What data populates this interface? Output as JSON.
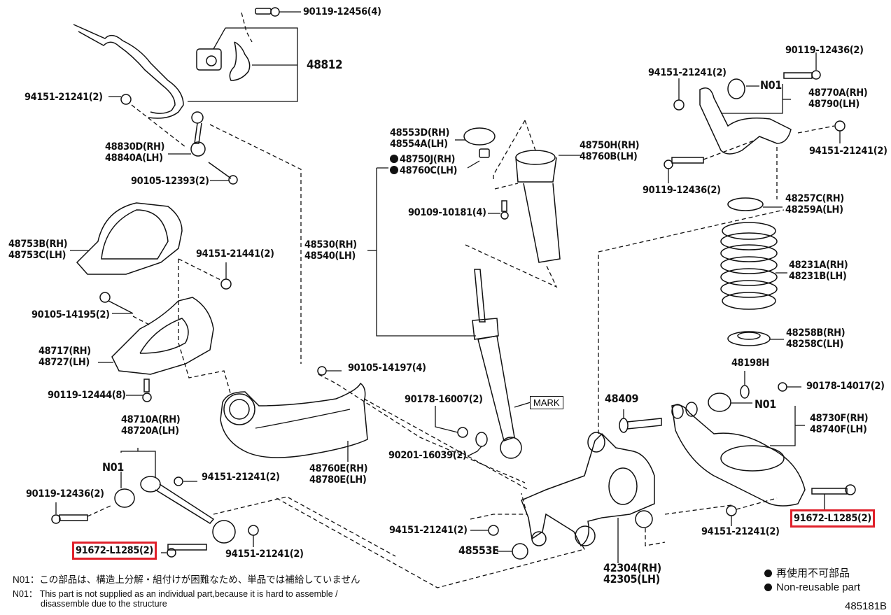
{
  "diagram": {
    "title": "Rear suspension parts diagram",
    "figure_code": "485181B",
    "highlight_color": "#e0202a",
    "labels": {
      "bolt_90119_12456": [
        "90119-12456(4)"
      ],
      "bushing_48812": [
        "48812"
      ],
      "nut_stab_left": [
        "94151-21241(2)"
      ],
      "stab_link": [
        "48830D(RH)",
        "48840A(LH)"
      ],
      "bolt_90105_12393": [
        "90105-12393(2)"
      ],
      "cap_48553": [
        "48553D(RH)",
        "48554A(LH)"
      ],
      "nut_48750": [
        "48750J(RH)",
        "48760C(LH)"
      ],
      "bolt_90109_10181": [
        "90109-10181(4)"
      ],
      "support_48750": [
        "48750H(RH)",
        "48760B(LH)"
      ],
      "bolt_90119_12436_top": [
        "90119-12436(2)"
      ],
      "nut_upper_left": [
        "94151-21241(2)"
      ],
      "upper_arm": [
        "48770A(RH)",
        "48790(LH)"
      ],
      "n01_upper": [
        "N01"
      ],
      "nut_upper_right": [
        "94151-21241(2)"
      ],
      "bolt_90119_12436_mid": [
        "90119-12436(2)"
      ],
      "insulator_upper": [
        "48257C(RH)",
        "48259A(LH)"
      ],
      "cover_48753": [
        "48753B(RH)",
        "48753C(LH)"
      ],
      "nut_94151_21441": [
        "94151-21441(2)"
      ],
      "absorber": [
        "48530(RH)",
        "48540(LH)"
      ],
      "bolt_90105_14195": [
        "90105-14195(2)"
      ],
      "bracket_48717": [
        "48717(RH)",
        "48727(LH)"
      ],
      "bolt_90119_12444": [
        "90119-12444(8)"
      ],
      "bolt_90105_14197": [
        "90105-14197(4)"
      ],
      "spring": [
        "48231A(RH)",
        "48231B(LH)"
      ],
      "insulator_lower": [
        "48258B(RH)",
        "48258C(LH)"
      ],
      "bumper_48198": [
        "48198H"
      ],
      "nut_90178_14017": [
        "90178-14017(2)"
      ],
      "n01_lower_arm": [
        "N01"
      ],
      "lower_arm": [
        "48730F(RH)",
        "48740F(LH)"
      ],
      "nut_90178_16007": [
        "90178-16007(2)"
      ],
      "bolt_48409": [
        "48409"
      ],
      "washer_90201": [
        "90201-16039(2)"
      ],
      "toe_arm": [
        "48710A(RH)",
        "48720A(LH)"
      ],
      "n01_toe": [
        "N01"
      ],
      "nut_toe_right": [
        "94151-21241(2)"
      ],
      "trailing_arm": [
        "48760E(RH)",
        "48780E(LH)"
      ],
      "bolt_90119_12436_bottom": [
        "90119-12436(2)"
      ],
      "nut_knuckle": [
        "94151-21241(2)"
      ],
      "bushing_48553E": [
        "48553E"
      ],
      "knuckle": [
        "42304(RH)",
        "42305(LH)"
      ],
      "bolt_91672_left": [
        "91672-L1285(2)"
      ],
      "nut_toe_bottom": [
        "94151-21241(2)"
      ],
      "nut_lower_right": [
        "94151-21241(2)"
      ],
      "bolt_91672_right": [
        "91672-L1285(2)"
      ]
    },
    "mark_label": "MARK",
    "notes": {
      "n01_jp": "N01：この部品は、構造上分解・組付けが困難なため、単品では補給していません",
      "n01_en_1": "N01： This part is not supplied as an individual part,because it is hard to assemble /",
      "n01_en_2": "disassemble due to the structure"
    },
    "legend": {
      "jp": "再使用不可部品",
      "en": "Non-reusable part"
    }
  }
}
